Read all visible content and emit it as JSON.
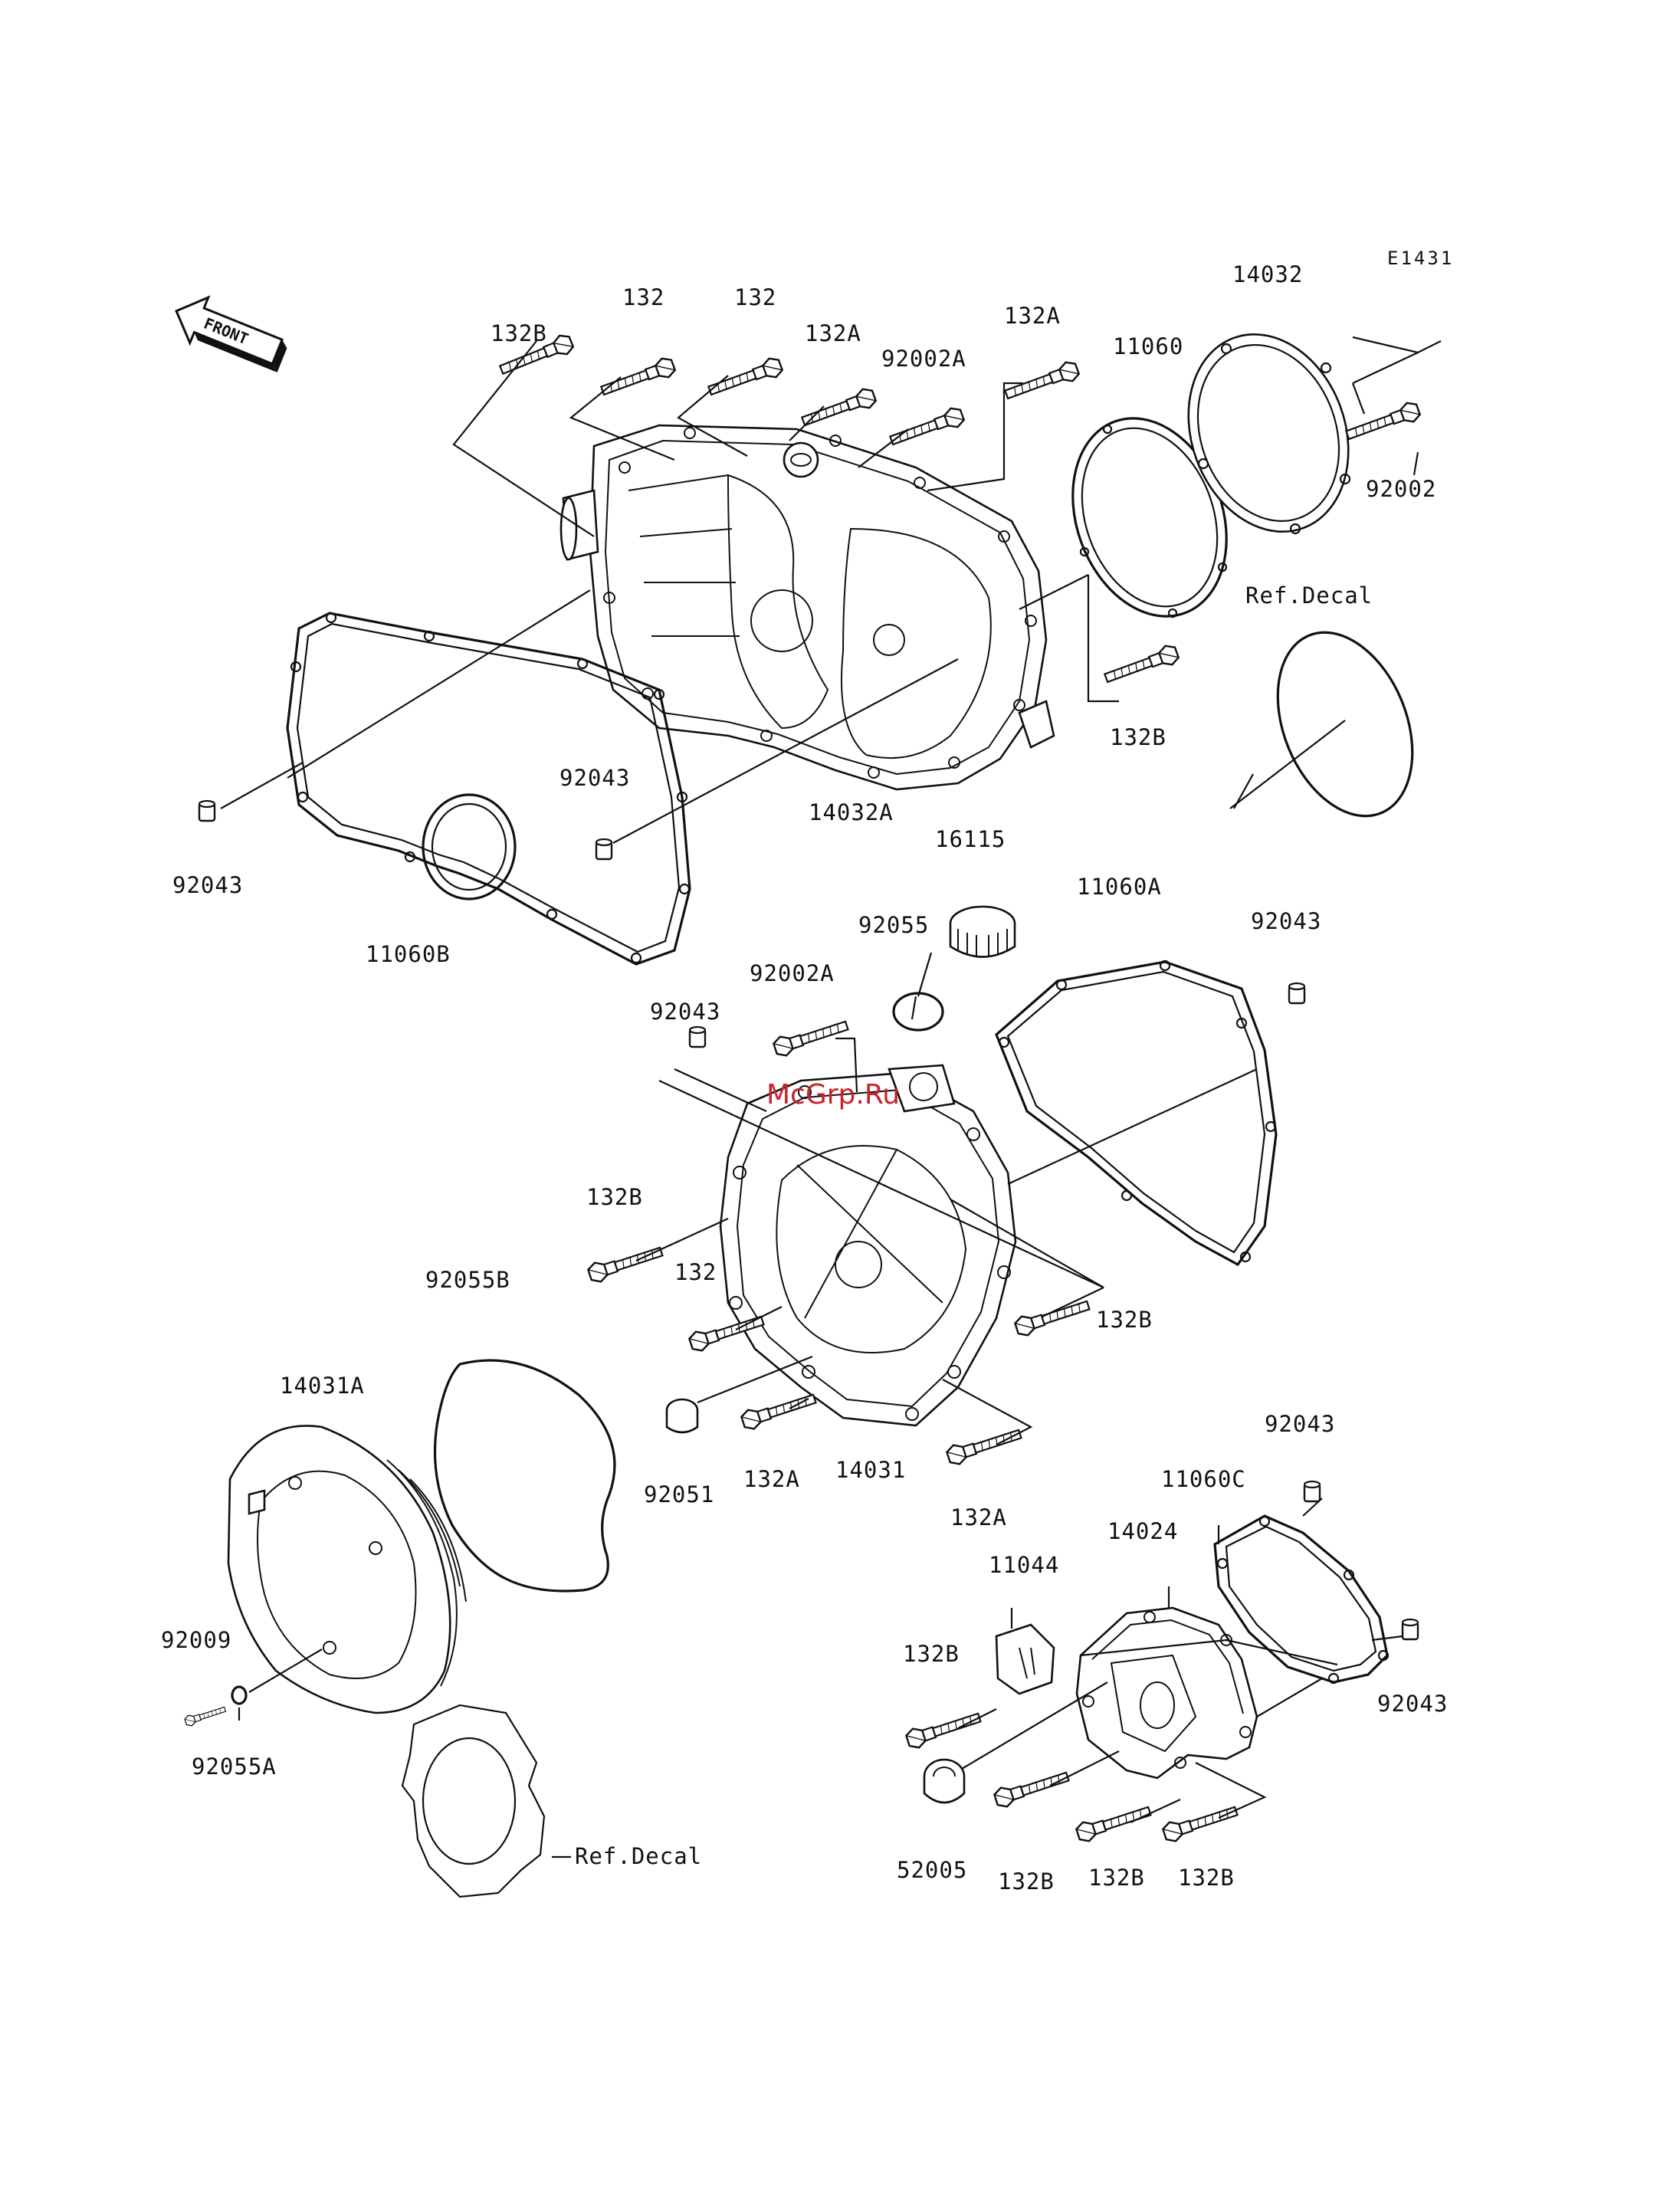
{
  "diagram_code": "E1431",
  "front_marker": "FRONT",
  "watermark": "McGrp.Ru",
  "labels": {
    "l_132b_1": "132B",
    "l_132_1": "132",
    "l_132_2": "132",
    "l_132a_1": "132A",
    "l_92002a_1": "92002A",
    "l_132a_2": "132A",
    "l_11060": "11060",
    "l_14032": "14032",
    "l_92002": "92002",
    "l_refdecal_1": "Ref.Decal",
    "l_132b_2": "132B",
    "l_92043_1": "92043",
    "l_14032a": "14032A",
    "l_92043_2": "92043",
    "l_11060b": "11060B",
    "l_16115": "16115",
    "l_11060a": "11060A",
    "l_92055": "92055",
    "l_92043_3": "92043",
    "l_92002a_2": "92002A",
    "l_92043_4": "92043",
    "l_132b_3": "132B",
    "l_92055b": "92055B",
    "l_132_3": "132",
    "l_132b_4": "132B",
    "l_14031a": "14031A",
    "l_92051": "92051",
    "l_132a_3": "132A",
    "l_14031": "14031",
    "l_132a_4": "132A",
    "l_92043_5": "92043",
    "l_11060c": "11060C",
    "l_14024": "14024",
    "l_11044": "11044",
    "l_92009": "92009",
    "l_132b_5": "132B",
    "l_92043_6": "92043",
    "l_92055a": "92055A",
    "l_refdecal_2": "Ref.Decal",
    "l_52005": "52005",
    "l_132b_6": "132B",
    "l_132b_7": "132B",
    "l_132b_8": "132B"
  }
}
